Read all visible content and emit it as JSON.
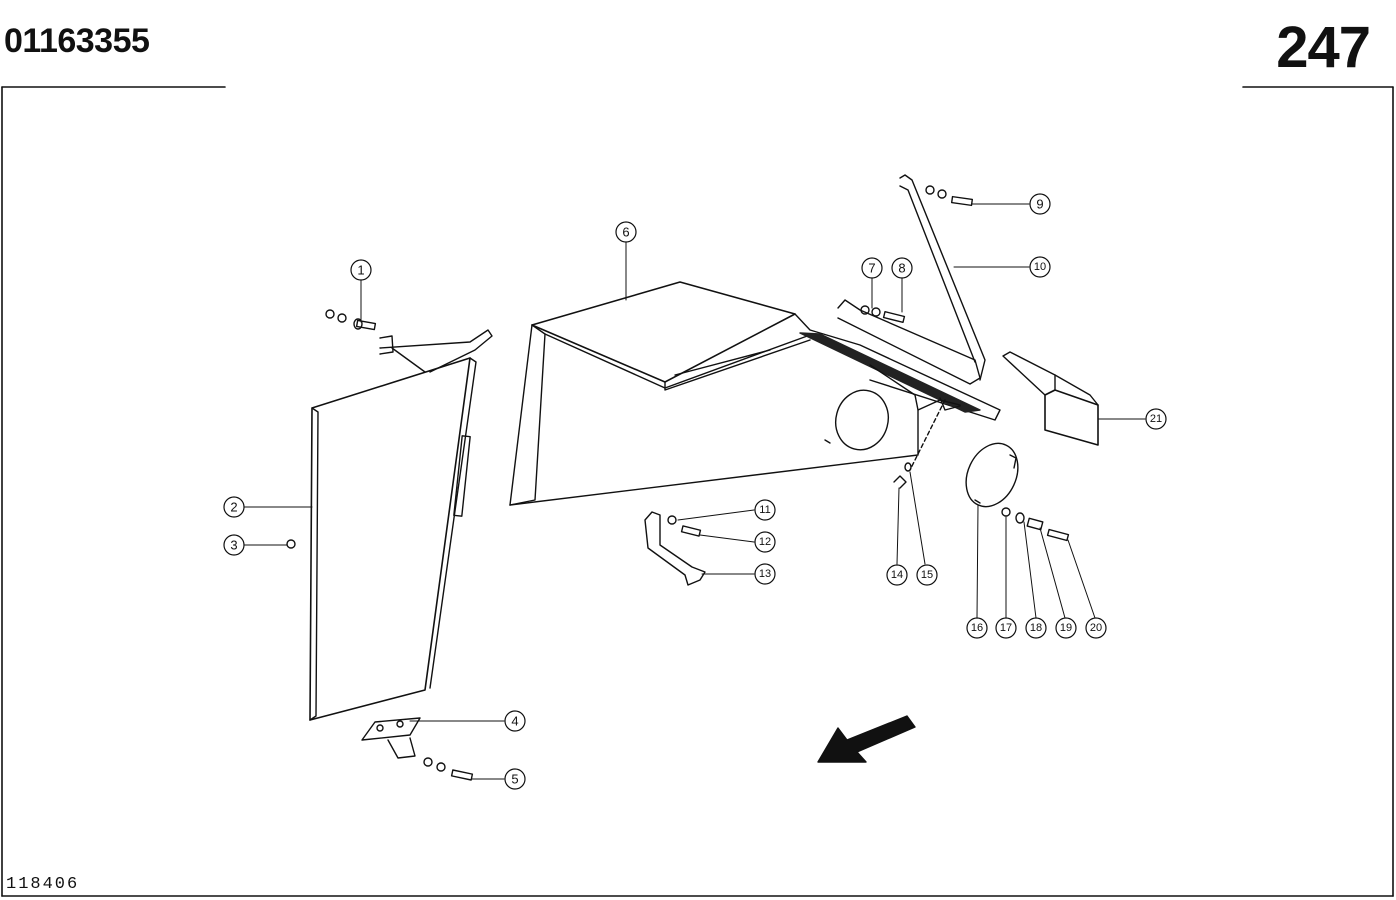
{
  "header": {
    "part_number": "01163355",
    "page_number": "247"
  },
  "footer": {
    "drawing_code": "118406"
  },
  "callouts": [
    "1",
    "2",
    "3",
    "4",
    "5",
    "6",
    "7",
    "8",
    "9",
    "10",
    "11",
    "12",
    "13",
    "14",
    "15",
    "16",
    "17",
    "18",
    "19",
    "20",
    "21"
  ]
}
